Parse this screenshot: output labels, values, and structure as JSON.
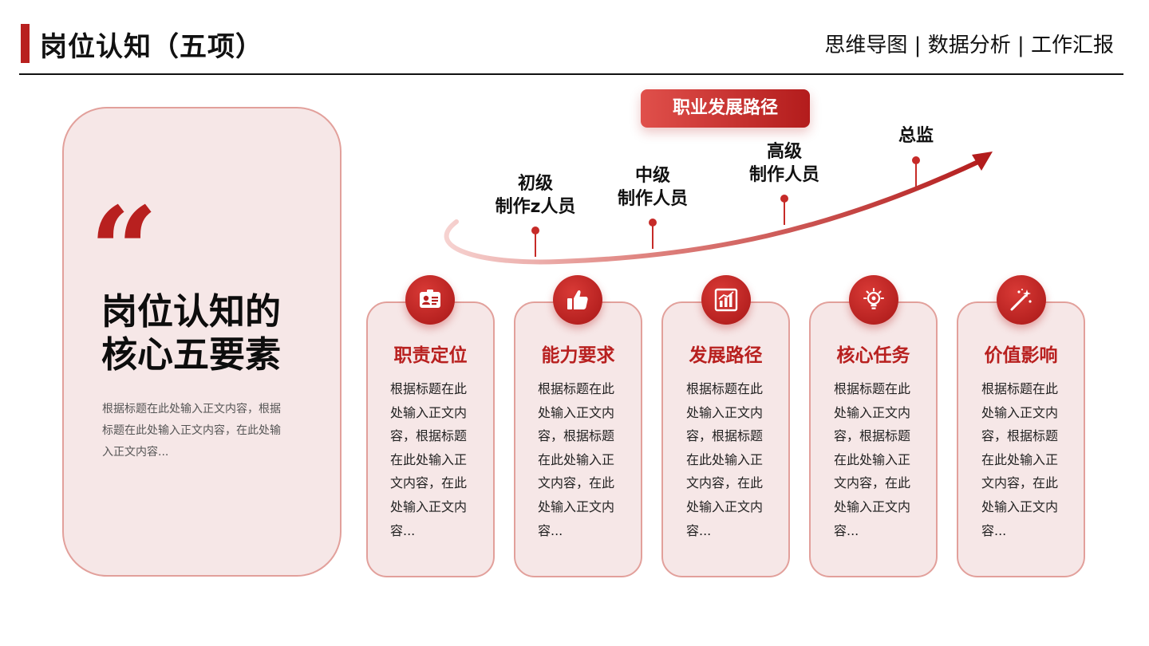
{
  "header": {
    "title": "岗位认知（五项）",
    "tags": "思维导图 | 数据分析 | 工作汇报"
  },
  "left_card": {
    "quote_mark": "“",
    "heading_line1": "岗位认知的",
    "heading_line2": "核心五要素",
    "body": "根据标题在此处输入正文内容，根据标题在此处输入正文内容，在此处输入正文内容..."
  },
  "career_path": {
    "badge": "职业发展路径",
    "stages": [
      {
        "line1": "初级",
        "line2": "制作z人员"
      },
      {
        "line1": "中级",
        "line2": "制作人员"
      },
      {
        "line1": "高级",
        "line2": "制作人员"
      },
      {
        "line1": "总监",
        "line2": ""
      }
    ]
  },
  "cards": [
    {
      "icon": "id-card-icon",
      "title": "职责定位",
      "body": "根据标题在此处输入正文内容，根据标题在此处输入正文内容，在此处输入正文内容..."
    },
    {
      "icon": "thumbs-up-icon",
      "title": "能力要求",
      "body": "根据标题在此处输入正文内容，根据标题在此处输入正文内容，在此处输入正文内容..."
    },
    {
      "icon": "bar-chart-icon",
      "title": "发展路径",
      "body": "根据标题在此处输入正文内容，根据标题在此处输入正文内容，在此处输入正文内容..."
    },
    {
      "icon": "lightbulb-icon",
      "title": "核心任务",
      "body": "根据标题在此处输入正文内容，根据标题在此处输入正文内容，在此处输入正文内容..."
    },
    {
      "icon": "magic-wand-icon",
      "title": "价值影响",
      "body": "根据标题在此处输入正文内容，根据标题在此处输入正文内容，在此处输入正文内容..."
    }
  ],
  "colors": {
    "accent": "#b8201f",
    "card_bg": "#f6e7e7",
    "card_border": "#e2a09b"
  }
}
